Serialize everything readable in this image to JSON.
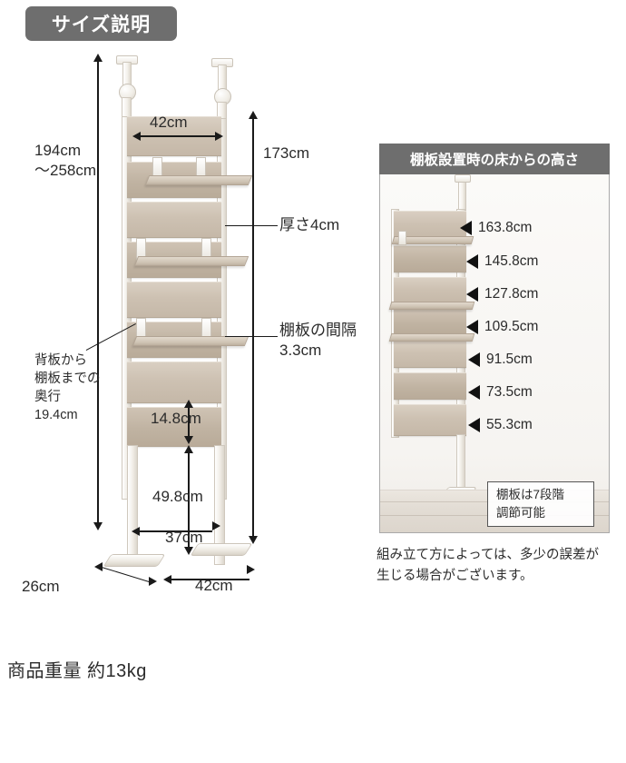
{
  "header": {
    "badge_label": "サイズ説明"
  },
  "left_diagram": {
    "name": "product-dimension-illustration",
    "dimensions": {
      "overall_height_range": "194cm\n〜258cm",
      "overall_height_line1": "194cm",
      "overall_height_line2": "〜258cm",
      "board_width_top": "42cm",
      "rack_height": "173cm",
      "thickness": "厚さ4cm",
      "shelf_gap_line1": "棚板の間隔",
      "shelf_gap_line2": "3.3cm",
      "depth_note_line1": "背板から",
      "depth_note_line2": "棚板までの",
      "depth_note_line3": "奥行",
      "depth_note_line4": "19.4cm",
      "bottom_board_height": "14.8cm",
      "leg_clearance": "49.8cm",
      "inner_leg_width": "37cm",
      "base_depth": "26cm",
      "base_width": "42cm"
    }
  },
  "right_panel": {
    "header_title": "棚板設置時の床からの高さ",
    "shelf_heights": [
      "163.8cm",
      "145.8cm",
      "127.8cm",
      "109.5cm",
      "91.5cm",
      "73.5cm",
      "55.3cm"
    ],
    "adjust_note_line1": "棚板は7段階",
    "adjust_note_line2": "調節可能"
  },
  "disclaimer": {
    "line1": "組み立て方によっては、多少の誤差が",
    "line2": "生じる場合がございます。"
  },
  "footer": {
    "weight_label": "商品重量 約13kg"
  },
  "colors": {
    "badge_bg": "#6e6e6e",
    "badge_text": "#ffffff",
    "dimension_line": "#1a1a1a",
    "text": "#2b2b2b",
    "wood": "#cdc1b2",
    "metal_white": "#f4f1eb"
  }
}
